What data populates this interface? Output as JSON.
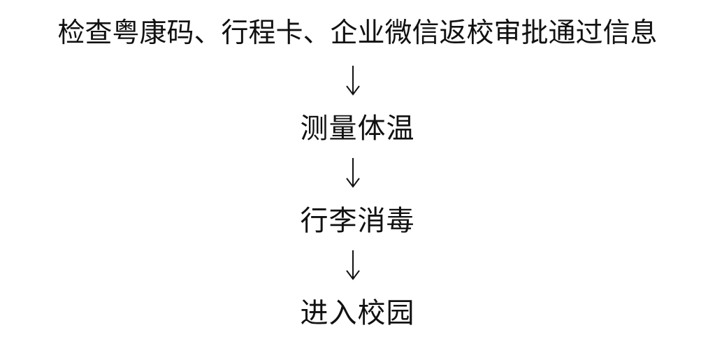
{
  "flowchart": {
    "steps": [
      "检查粤康码、行程卡、企业微信返校审批通过信息",
      "测量体温",
      "行李消毒",
      "进入校园"
    ]
  }
}
